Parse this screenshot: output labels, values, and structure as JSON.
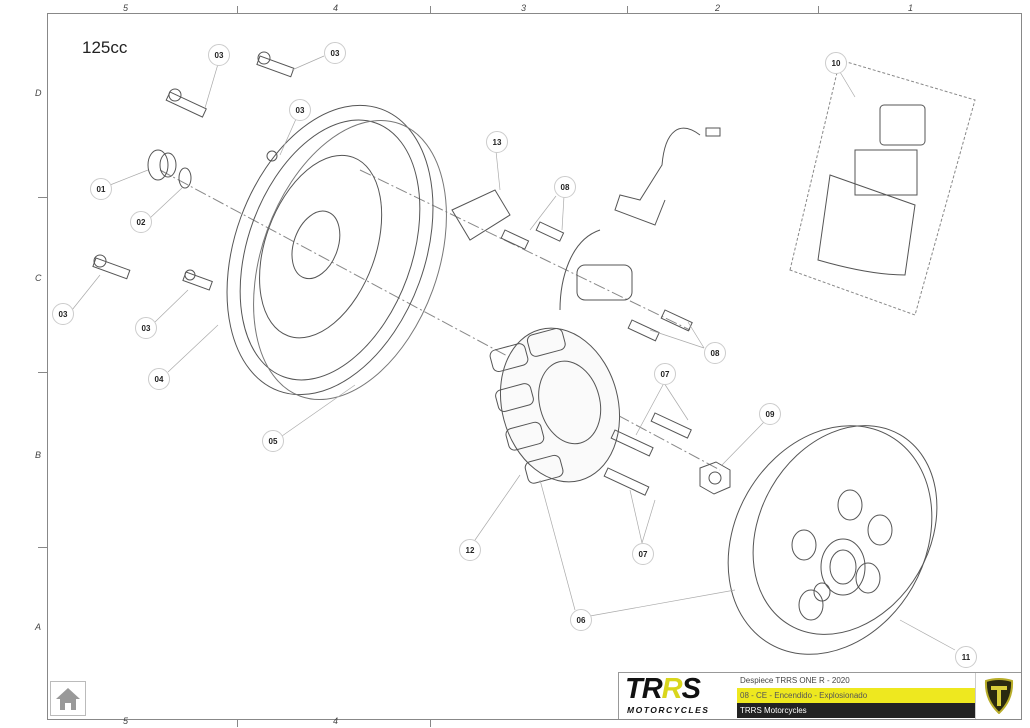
{
  "sheet": {
    "model": "125cc",
    "column_labels": [
      "5",
      "4",
      "3",
      "2",
      "1"
    ],
    "row_labels": [
      "D",
      "C",
      "B",
      "A"
    ],
    "bottom_labels": [
      "5",
      "4"
    ]
  },
  "callouts": [
    "03",
    "03",
    "03",
    "01",
    "02",
    "03",
    "03",
    "04",
    "05",
    "13",
    "08",
    "08",
    "10",
    "07",
    "09",
    "07",
    "12",
    "06",
    "11"
  ],
  "title_block": {
    "logo_text": "TRRS",
    "logo_subtext": "MOTORCYCLES",
    "line1": "Despiece TRRS ONE R - 2020",
    "line2": "08 - CE - Encendido - Explosionado",
    "line3": "TRRS Motorcycles",
    "accent_color": "#eee81f"
  },
  "nav": {
    "home_icon": "home-icon"
  }
}
